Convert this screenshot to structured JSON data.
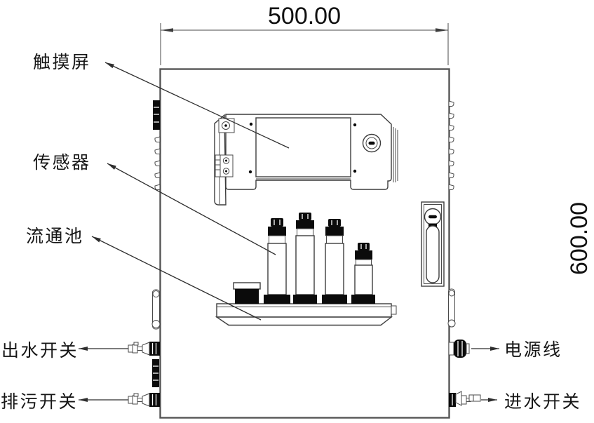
{
  "drawing": {
    "type": "engineering-front-view",
    "dimensions": {
      "width_label": "500.00",
      "height_label": "600.00"
    },
    "callouts": {
      "touch_screen": "触摸屏",
      "sensor": "传感器",
      "flow_cell": "流通池",
      "outlet_switch": "出水开关",
      "drain_switch": "排污开关",
      "power_cable": "电源线",
      "inlet_switch": "进水开关"
    },
    "colors": {
      "line": "#3d3d3d",
      "dark_fill": "#0b0b0b",
      "background": "#ffffff",
      "text": "#161616"
    }
  }
}
